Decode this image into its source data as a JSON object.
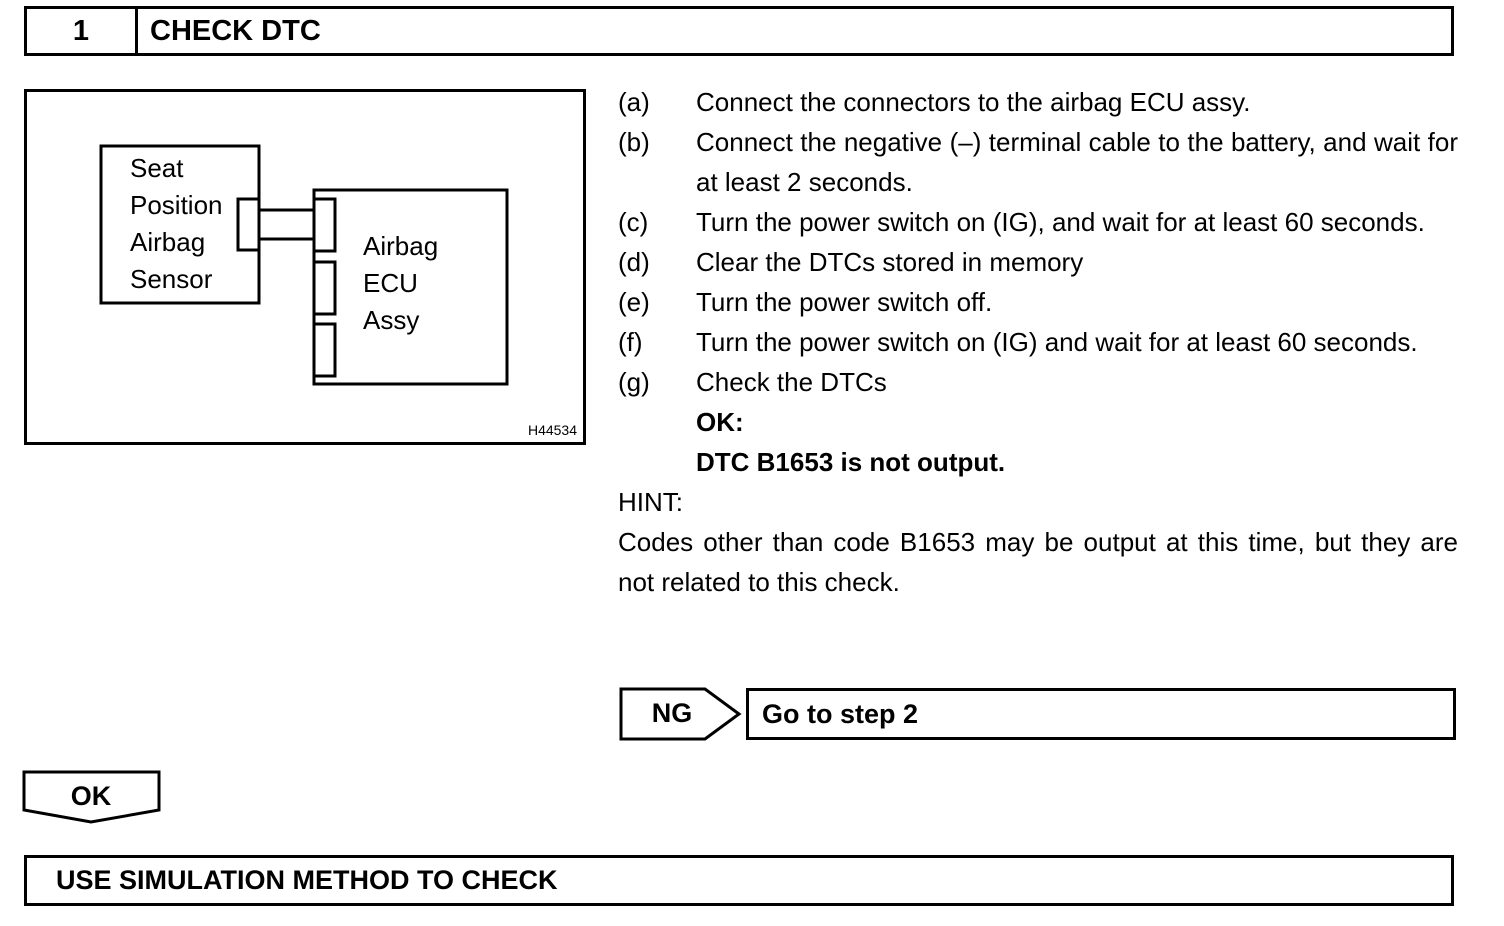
{
  "header": {
    "number": "1",
    "title": "CHECK DTC"
  },
  "figure": {
    "sensor_lines": [
      "Seat",
      "Position",
      "Airbag",
      "Sensor"
    ],
    "ecu_lines": [
      "Airbag",
      "ECU",
      "Assy"
    ],
    "code": "H44534"
  },
  "steps": [
    {
      "label": "(a)",
      "text": "Connect the connectors to the airbag ECU assy."
    },
    {
      "label": "(b)",
      "text": "Connect the negative (–) terminal cable to the battery, and wait for at least 2 seconds."
    },
    {
      "label": "(c)",
      "text": "Turn the power switch on (IG), and wait for at least 60 seconds."
    },
    {
      "label": "(d)",
      "text": "Clear the DTCs stored in memory"
    },
    {
      "label": "(e)",
      "text": "Turn the power switch off."
    },
    {
      "label": "(f)",
      "text": "Turn the power switch on (IG) and wait for at least 60 seconds."
    },
    {
      "label": "(g)",
      "text": "Check the DTCs"
    }
  ],
  "ok_criteria": {
    "label": "OK:",
    "text": "DTC B1653 is not output."
  },
  "hint": {
    "label": "HINT:",
    "text": "Codes other than code B1653 may be output at this time, but they are not related to this check."
  },
  "ng_branch": {
    "label": "NG",
    "target": "Go to step 2"
  },
  "ok_branch": {
    "label": "OK"
  },
  "next_step": {
    "title": "USE SIMULATION METHOD TO CHECK"
  }
}
